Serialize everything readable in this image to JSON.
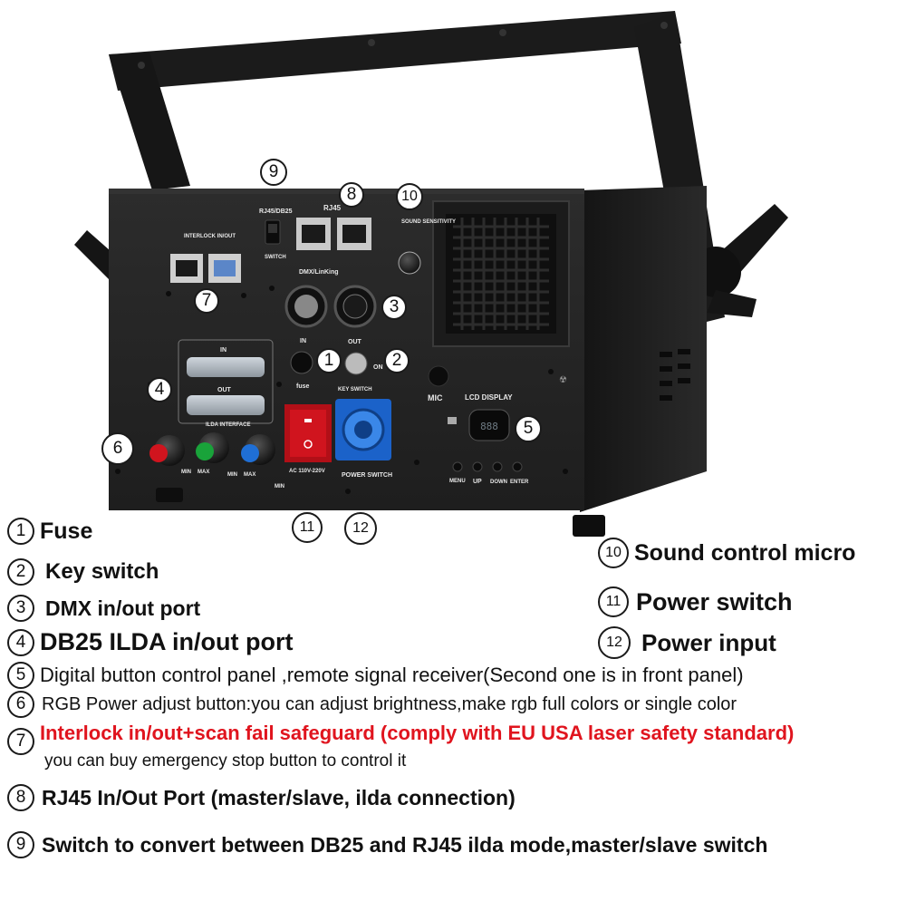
{
  "device": {
    "panel_labels": {
      "rj45_db25": "RJ45/DB25",
      "switch": "SWITCH",
      "rj45": "RJ45",
      "interlock": "INTERLOCK IN/OUT",
      "dmx_linking": "DMX/LinKing",
      "sound_sensitivity": "SOUND SENSITIVITY",
      "min": "MIN",
      "max": "MAX",
      "in": "IN",
      "out": "OUT",
      "ilda_interface": "ILDA INTERFACE",
      "fuse": "fuse",
      "key_switch": "KEY SWITCH",
      "on": "ON",
      "mic": "MIC",
      "lcd_display": "LCD DISPLAY",
      "menu": "MENU",
      "up": "UP",
      "down": "DOWN",
      "enter": "ENTER",
      "ac_voltage": "AC 110V-220V",
      "power_switch": "POWER SWITCH",
      "laser_sign": "☢"
    },
    "callouts": [
      "9",
      "8",
      "10",
      "7",
      "3",
      "1",
      "2",
      "4",
      "5",
      "6",
      "11",
      "12"
    ]
  },
  "legend": [
    {
      "num": "1",
      "label": "Fuse"
    },
    {
      "num": "2",
      "label": "Key switch"
    },
    {
      "num": "3",
      "label": "DMX in/out port"
    },
    {
      "num": "4",
      "label": "DB25 ILDA in/out port"
    },
    {
      "num": "5",
      "label": "Digital button control panel ,remote signal receiver(Second one is in front panel)"
    },
    {
      "num": "6",
      "label": "RGB Power adjust button:you can adjust brightness,make rgb full colors or single color"
    },
    {
      "num": "7",
      "label": "Interlock in/out+scan fail safeguard (comply with EU USA laser safety standard)",
      "sub": "you can buy emergency stop button to control it"
    },
    {
      "num": "8",
      "label": "RJ45 In/Out Port (master/slave, ilda connection)"
    },
    {
      "num": "9",
      "label": "Switch to convert between DB25 and RJ45 ilda mode,master/slave switch"
    },
    {
      "num": "10",
      "label": "Sound control micro"
    },
    {
      "num": "11",
      "label": "Power switch"
    },
    {
      "num": "12",
      "label": "Power input"
    }
  ],
  "colors": {
    "background": "#ffffff",
    "panel": "#262626",
    "text": "#111111",
    "highlight_red": "#e0141e",
    "knob_red": "#d0141e",
    "knob_green": "#19a33a",
    "knob_blue": "#1f6fd6",
    "power_switch_red": "#d0141e",
    "power_input_blue": "#1b62c9"
  }
}
